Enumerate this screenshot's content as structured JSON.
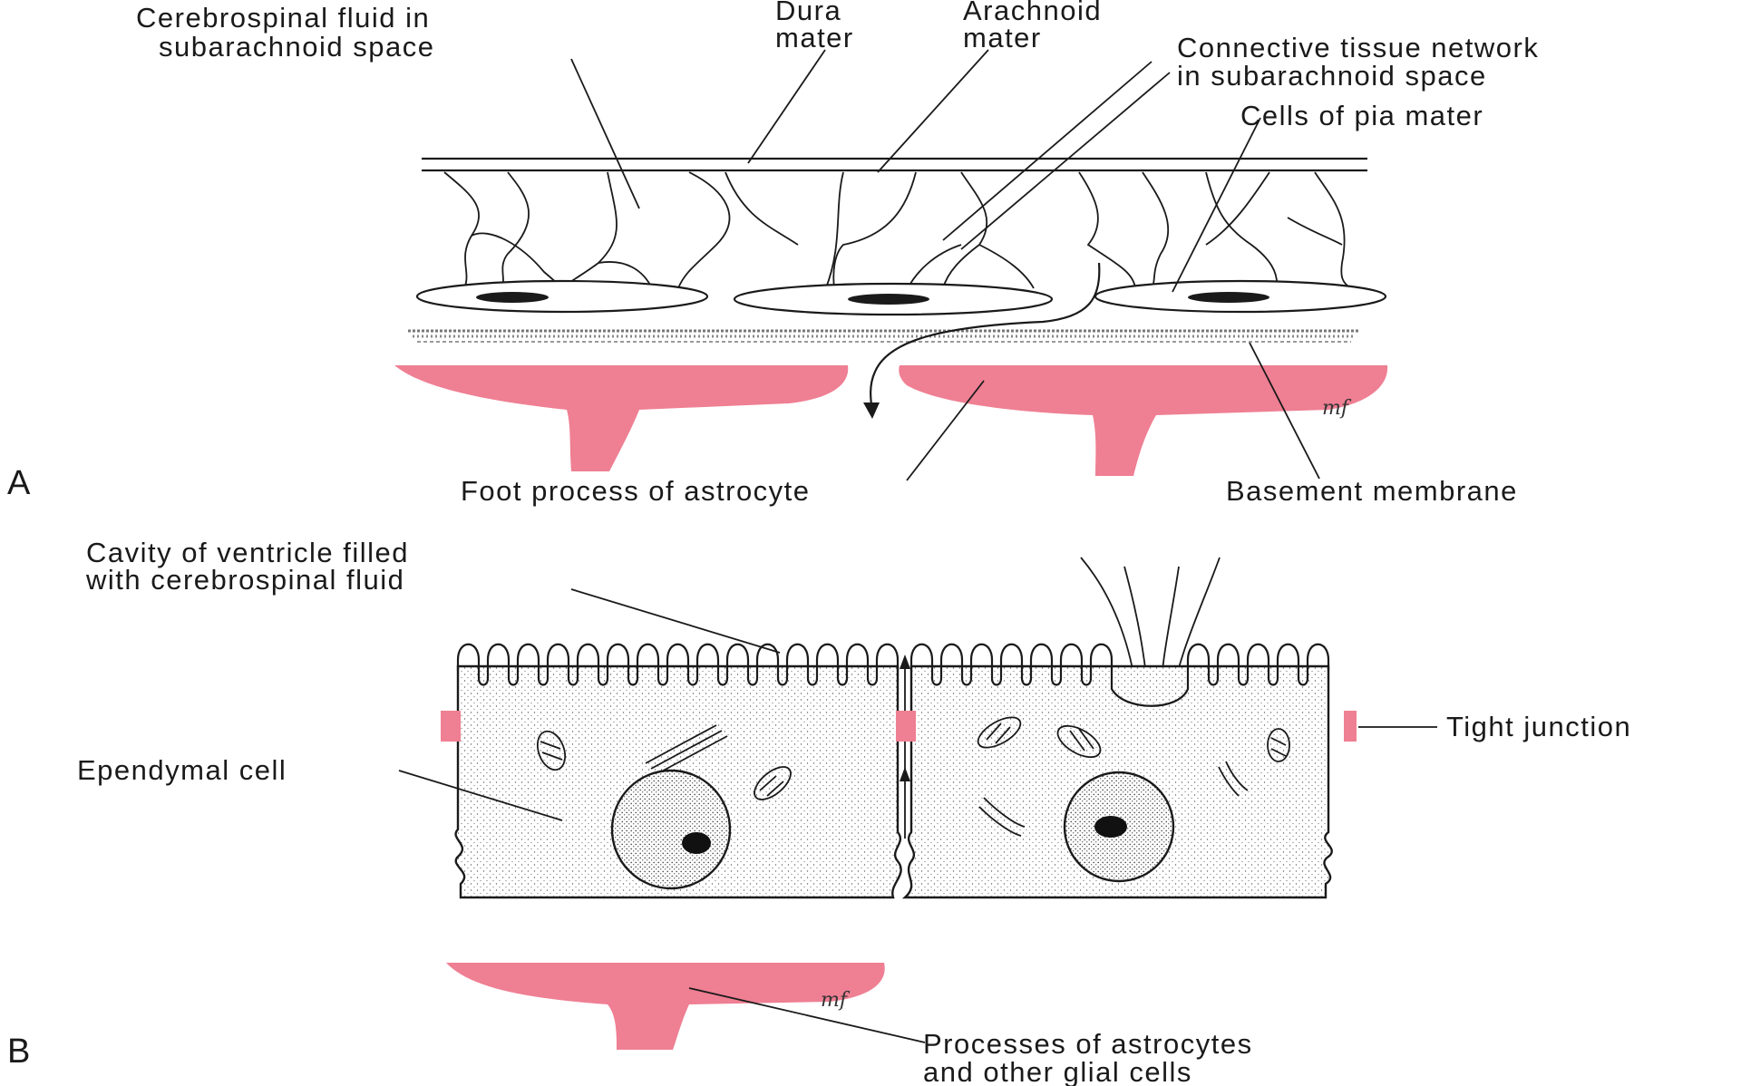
{
  "colors": {
    "astrocyte": "#ef7f93",
    "junction": "#ef7f93",
    "ink": "#1a1a1a",
    "background": "#ffffff"
  },
  "panel_a": {
    "letter": "A",
    "labels": {
      "csf_line1": "Cerebrospinal fluid in",
      "csf_line2": "subarachnoid space",
      "dura_line1": "Dura",
      "dura_line2": "mater",
      "arachnoid_line1": "Arachnoid",
      "arachnoid_line2": "mater",
      "connective_line1": "Connective tissue network",
      "connective_line2": "in subarachnoid space",
      "pia": "Cells of pia mater",
      "foot_process": "Foot process of astrocyte",
      "basement": "Basement membrane"
    },
    "signature": "mf"
  },
  "panel_b": {
    "letter": "B",
    "labels": {
      "cavity_line1": "Cavity of ventricle filled",
      "cavity_line2": "with cerebrospinal fluid",
      "ependymal": "Ependymal cell",
      "tight_junction": "Tight junction",
      "processes_line1": "Processes of astrocytes",
      "processes_line2": "and other glial cells"
    },
    "signature": "mf"
  }
}
